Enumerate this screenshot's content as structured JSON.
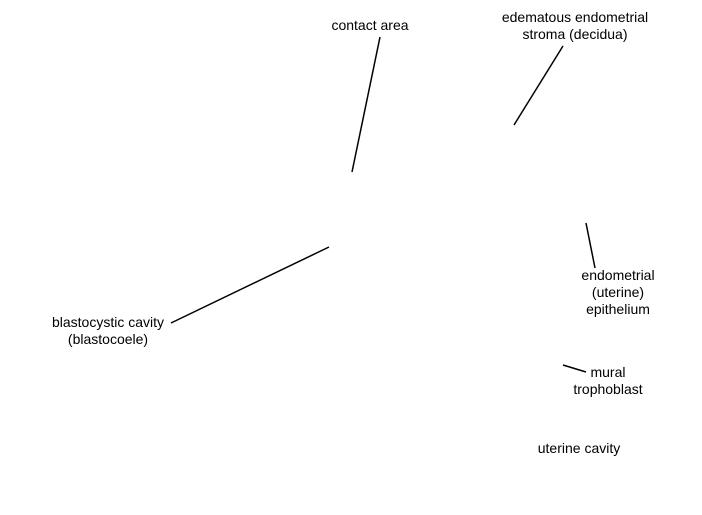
{
  "labels": {
    "contact_area": "contact area",
    "stroma_line1": "edematous endometrial",
    "stroma_line2": "stroma (decidua)",
    "epithelium_line1": "endometrial",
    "epithelium_line2": "(uterine)",
    "epithelium_line3": "epithelium",
    "blastocystic_line1": "blastocystic cavity",
    "blastocystic_line2": "(blastocoele)",
    "mural_line1": "mural",
    "mural_line2": "trophoblast",
    "uterine_cavity": "uterine cavity"
  },
  "colors": {
    "leader_line": "#000000",
    "background": "#ffffff"
  }
}
